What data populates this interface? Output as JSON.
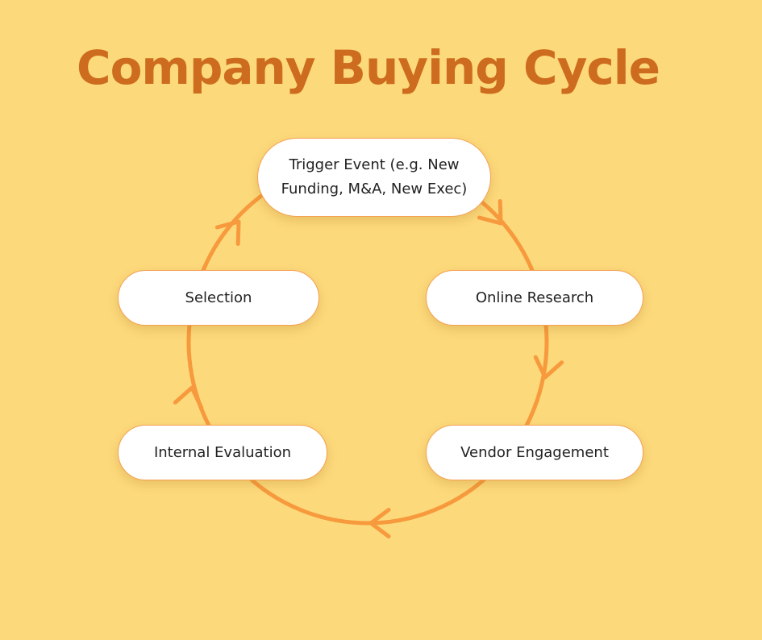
{
  "title": "Company Buying Cycle",
  "colors": {
    "background": "#FCD97B",
    "title": "#CD6B1E",
    "cycle_line": "#F79A3E",
    "node_fill": "#FFFFFF",
    "node_border": "#F5A050"
  },
  "cycle": {
    "direction": "clockwise",
    "arrow_icon": "chevron-arrow-icon",
    "stages": [
      {
        "label": "Trigger Event (e.g. New Funding, M&A, New Exec)"
      },
      {
        "label": "Online Research"
      },
      {
        "label": "Vendor Engagement"
      },
      {
        "label": "Internal Evaluation"
      },
      {
        "label": "Selection"
      }
    ]
  }
}
